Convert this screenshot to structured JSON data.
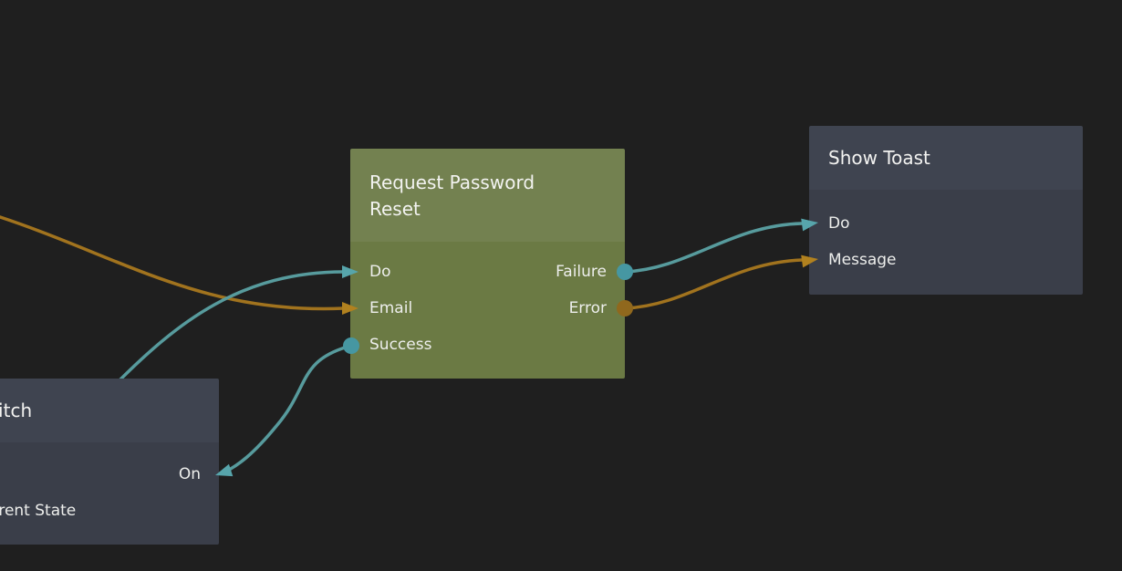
{
  "colors": {
    "canvas-bg": "#1f1f1f",
    "green-header": "#738150",
    "green-body": "#6b7a44",
    "dark-header": "#3f4450",
    "dark-body": "#3a3e49",
    "signal": "#579b9d",
    "signal-bright": "#57a5ab",
    "signal-dot": "#4697a2",
    "string": "#a1731e",
    "string-bright": "#b1811f",
    "string-dot": "#90681d",
    "title-text": "#f3f3f1",
    "port-text": "#edeeec"
  },
  "nodes": {
    "request_password_reset": {
      "title": "Request Password Reset",
      "ports": {
        "do": "Do",
        "email": "Email",
        "success": "Success",
        "failure": "Failure",
        "error": "Error"
      }
    },
    "show_toast": {
      "title": "Show Toast",
      "ports": {
        "do": "Do",
        "message": "Message"
      }
    },
    "switch": {
      "title": "Switch",
      "ports": {
        "on": "On",
        "current_state": "Current State"
      }
    }
  },
  "connections": [
    {
      "from": "off-canvas-left",
      "to": "Request Password Reset.Email",
      "type": "string"
    },
    {
      "from": "off-canvas (hidden behind Switch node)",
      "to": "Request Password Reset.Do",
      "type": "signal"
    },
    {
      "from": "Request Password Reset.Success",
      "to": "Switch.On",
      "type": "signal"
    },
    {
      "from": "Request Password Reset.Failure",
      "to": "Show Toast.Do",
      "type": "signal"
    },
    {
      "from": "Request Password Reset.Error",
      "to": "Show Toast.Message",
      "type": "string"
    }
  ]
}
